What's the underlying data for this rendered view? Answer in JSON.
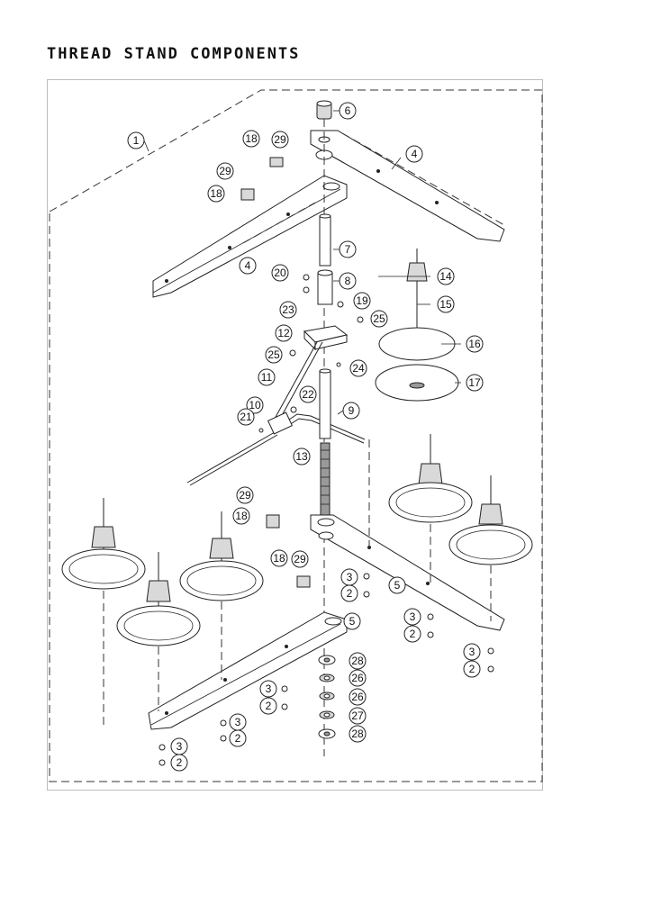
{
  "title": "THREAD STAND COMPONENTS",
  "callouts": [
    "1",
    "2",
    "3",
    "4",
    "5",
    "6",
    "7",
    "8",
    "9",
    "10",
    "11",
    "12",
    "13",
    "14",
    "15",
    "16",
    "17",
    "18",
    "19",
    "20",
    "21",
    "22",
    "23",
    "24",
    "25",
    "26",
    "27",
    "28",
    "29"
  ]
}
